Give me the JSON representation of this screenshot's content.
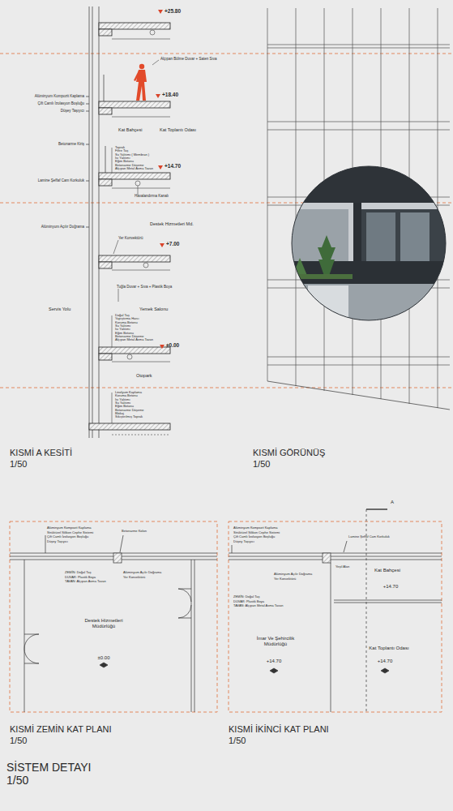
{
  "diagram": {
    "title": "SİSTEM DETAYI 1/50",
    "labels": [
      "+25.80",
      "Alçıpan Bölme Duvar + Saten Sıva",
      "Alüminyum Kompozit Kaplama",
      "Çift Camlı İzolasyon Boşluğu",
      "Düşey Taşıyıcı",
      "+18.40",
      "Kat Bahçesi",
      "Kat Toplantı Odası",
      "Betonarme Kiriş",
      "Toprak",
      "Filtre Taş",
      "Su Yalıtımı ( Membran )",
      "Isı Yalıtımı",
      "Eğim Betonu",
      "Betonarme Döşeme",
      "Alçıpan Metal Asma Tavan",
      "+14.70",
      "Lamine Şeffaf Cam Korkuluk",
      "Havalandırma Kanalı",
      "Destek Hizmetleri Md.",
      "Alüminyum Açılır Doğrama",
      "Yer Konvektörü",
      "+7.00",
      "Tuğla Duvar + Sıva + Plastik Boya",
      "Servis Yolu",
      "Yemek Salonu",
      "Doğal Taş",
      "Yapıştırma Harcı",
      "Koruma Betonu",
      "Su Yalıtımı",
      "Isı Yalıtımı",
      "Eğim Betonu",
      "Betonarme Döşeme",
      "Alçıpan Metal Asma Tavan",
      "±0.00",
      "Otopark",
      "Linolyum Kaplama",
      "Koruma Betonu",
      "Isı Yalıtımı",
      "Su Yalıtımı",
      "Eğim Betonu",
      "Betonarme Döşeme",
      "Blokaj",
      "Sıkıştırılmış Toprak",
      "KISMİ A KESİTİ",
      "1/50",
      "KISMİ GÖRÜNÜŞ",
      "1/50",
      "Alüminyum Kompozit Kaplama",
      "Strüktürel Silikon Cephe Sistemi",
      "Çift Camlı İzolasyon Boşluğu",
      "Düşey Taşıyıcı",
      "Betonarme Kolon",
      "ZEMİN: Doğal Taş",
      "DUVAR: Plastik Boya",
      "TAVAN: Alçıpan Asma Tavan",
      "Alüminyum Açılır Doğrama",
      "Yer Konvektörü",
      "Destek Hizmetleri Müdürlüğü",
      "±0.00",
      "KISMİ ZEMİN KAT PLANI",
      "1/50",
      "A",
      "Alüminyum Kompozit Kaplama",
      "Strüktürel Silikon Cephe Sistemi",
      "Çift Camlı İzolasyon Boşluğu",
      "Düşey Taşıyıcı",
      "Lamine Şeffaf Cam Korkuluk",
      "Yeşil Alan",
      "Kat Bahçesi",
      "+14.70",
      "Alüminyum Açılır Doğrama",
      "Yer Konvektörü",
      "ZEMİN: Doğal Taş",
      "DUVAR: Plastik Boya",
      "TAVAN: Alçıpan Metal Asma Tavan",
      "İmar Ve Şehircilik Müdürlüğü",
      "Kat Toplantı Odası",
      "+14.70",
      "+14.70",
      "KISMİ İKİNCİ KAT PLANI",
      "1/50"
    ]
  }
}
